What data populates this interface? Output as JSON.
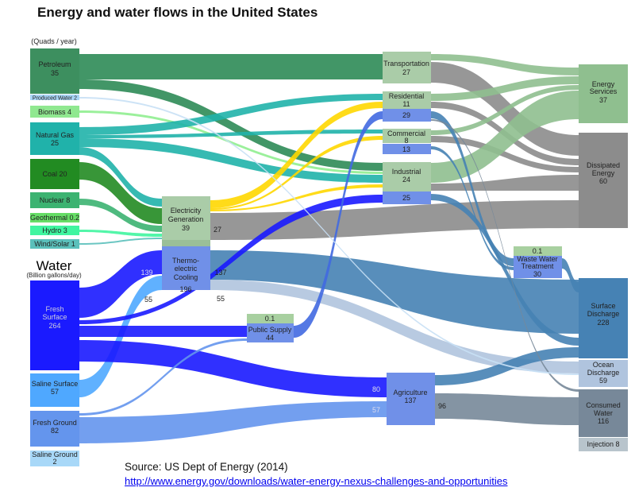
{
  "title": "Energy and water flows in the United States",
  "energy_units": "(Quads / year)",
  "water_title": "Water",
  "water_units": "(Billion gallons/day)",
  "nodes": {
    "petroleum": {
      "label": "Petroleum",
      "value": "35"
    },
    "produced_water": {
      "label": "Produced Water 2"
    },
    "biomass": {
      "label": "Biomass  4"
    },
    "natural_gas": {
      "label": "Natural Gas",
      "value": "25"
    },
    "coal": {
      "label": "Coal  20"
    },
    "nuclear": {
      "label": "Nuclear  8"
    },
    "geothermal": {
      "label": "Geothermal 0.2"
    },
    "hydro": {
      "label": "Hydro  3"
    },
    "wind_solar": {
      "label": "Wind/Solar   1"
    },
    "fresh_surface": {
      "label1": "Fresh",
      "label2": "Surface",
      "value": "264"
    },
    "saline_surface": {
      "label": "Saline Surface",
      "value": "57"
    },
    "fresh_ground": {
      "label": "Fresh Ground",
      "value": "82"
    },
    "saline_ground": {
      "label": "Saline Ground",
      "value": "2"
    },
    "electricity": {
      "label1": "Electricity",
      "label2": "Generation",
      "value": "39"
    },
    "thermo": {
      "label1": "Thermo-",
      "label2": "electric",
      "label3": "Cooling",
      "value": "196"
    },
    "public_supply": {
      "label": "Public Supply",
      "energy": "0.1",
      "value": "44"
    },
    "transportation": {
      "label": "Transportation",
      "value": "27"
    },
    "residential": {
      "label": "Residential",
      "value": "11",
      "water": "29"
    },
    "commercial": {
      "label": "Commercial",
      "value": "8",
      "water": "13"
    },
    "industrial": {
      "label": "Industrial",
      "value": "24",
      "water": "25"
    },
    "waste_water": {
      "label1": "Waste Water",
      "label2": "Treatment",
      "energy": "0.1",
      "value": "30"
    },
    "agriculture": {
      "label": "Agriculture",
      "value": "137"
    },
    "energy_services": {
      "label1": "Energy",
      "label2": "Services",
      "value": "37"
    },
    "dissipated": {
      "label1": "Dissipated",
      "label2": "Energy",
      "value": "60"
    },
    "surface_discharge": {
      "label1": "Surface",
      "label2": "Discharge",
      "value": "228"
    },
    "ocean_discharge": {
      "label1": "Ocean",
      "label2": "Discharge",
      "value": "59"
    },
    "consumed": {
      "label1": "Consumed",
      "label2": "Water",
      "value": "116"
    },
    "injection": {
      "label": "Injection  8"
    }
  },
  "flow_labels": {
    "elec_dissipated": "27",
    "fs_thermo": "139",
    "ss_thermo": "55",
    "thermo_surface": "137",
    "thermo_ocean": "55",
    "fs_ag": "80",
    "fg_ag": "57",
    "ag_consumed": "96"
  },
  "colors": {
    "petroleum": "#2e8b57",
    "biomass": "#90ee90",
    "natural_gas": "#20b2aa",
    "coal": "#228b22",
    "nuclear": "#3cb371",
    "hydro": "#40f5a0",
    "electricity": "#ffd700",
    "energy_services": "#8fbf8f",
    "dissipated": "#8c8c8c",
    "fresh_surface": "#1a1aff",
    "saline_surface": "#4fa8ff",
    "fresh_ground": "#6495ed",
    "discharge": "#4682b4",
    "ocean": "#b0c4de",
    "consumed": "#778899"
  },
  "source": "Source: US Dept of Energy (2014)",
  "link": "http://www.energy.gov/downloads/water-energy-nexus-challenges-and-opportunities"
}
